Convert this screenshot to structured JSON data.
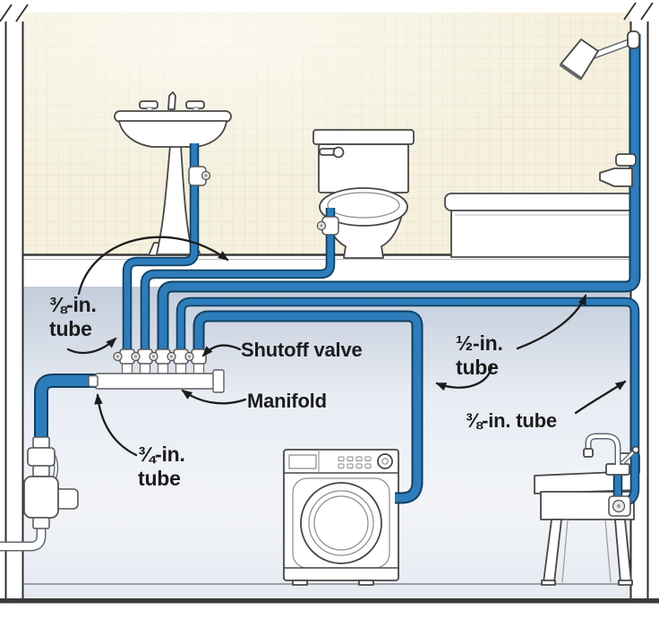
{
  "diagram": {
    "type": "manifold-plumbing-system",
    "labels": {
      "tube38_left": {
        "line1": "⅜-in.",
        "line2": "tube"
      },
      "shutoff_valve": {
        "text": "Shutoff valve"
      },
      "manifold": {
        "text": "Manifold"
      },
      "tube34": {
        "line1": "¾-in.",
        "line2": "tube"
      },
      "tube12": {
        "line1": "½-in.",
        "line2": "tube"
      },
      "tube38_right": {
        "text": "⅜-in. tube"
      }
    },
    "colors": {
      "pipe_blue": "#2e7cba",
      "pipe_outline": "#0e3f63",
      "wall_tile": "#f5f1de",
      "basement": "#c9d3e1",
      "label_text": "#1c1c1c"
    },
    "fixtures": [
      "pedestal-sink",
      "toilet",
      "bathtub",
      "shower-head",
      "tub-spout",
      "washing-machine",
      "utility-sink",
      "water-meter",
      "main-shutoff-valve",
      "manifold",
      "shutoff-valves"
    ]
  }
}
